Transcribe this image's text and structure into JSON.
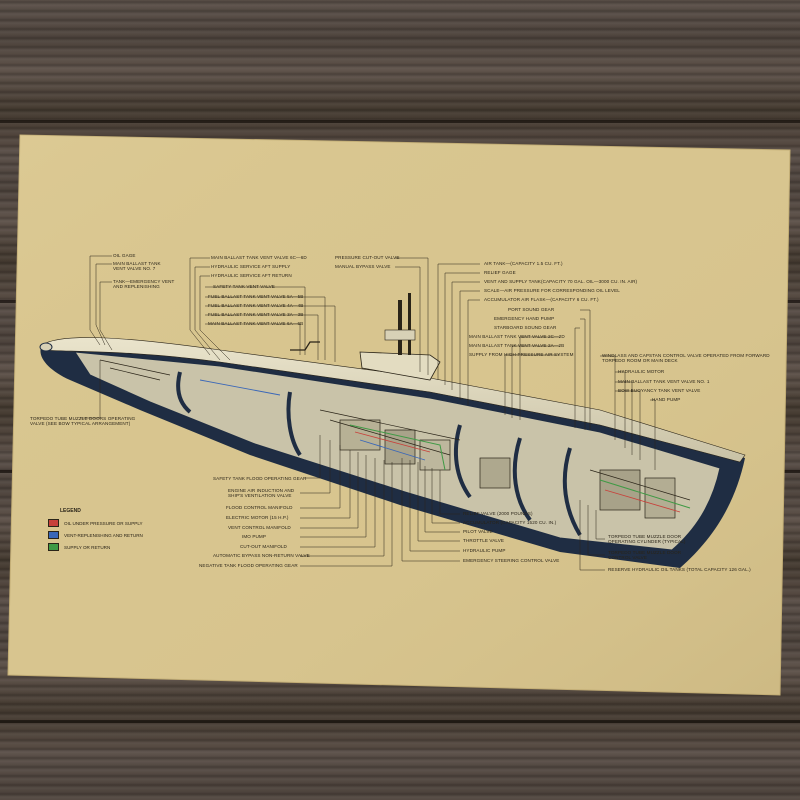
{
  "colors": {
    "paper": "#d9c690",
    "ink": "#2a2418",
    "hull_dark": "#1f2d43",
    "hull_light": "#e7e1c9",
    "oil": "#c8413b",
    "vent": "#3a67b8",
    "supply": "#3f9a45"
  },
  "labels_top": [
    "OIL GAGE",
    "MAIN BALLAST TANK VENT VALVE NO. 7",
    "TANK—EMERGENCY VENT AND REPLENISHING",
    "MAIN BALLAST TANK VENT VALVE 6C—6D",
    "HYDRAULIC SERVICE AFT SUPPLY",
    "HYDRAULIC SERVICE AFT RETURN",
    "SAFETY TANK VENT VALVE",
    "FUEL BALLAST TANK VENT VALVE 5A—5B",
    "FUEL BALLAST TANK VENT VALVE 4A—4B",
    "FUEL BALLAST TANK VENT VALVE 3A—3B",
    "MAIN BALLAST TANK VENT VALVE 6A—6B",
    "PRESSURE CUT-OUT VALVE",
    "MANUAL BYPASS VALVE",
    "AIR TANK—(CAPACITY 1.5 CU. FT.)",
    "RELIEF GAGE",
    "VENT AND SUPPLY TANK(CAPACITY 70 GAL. OIL—3000 CU. IN. AIR)",
    "SCALE—AIR PRESSURE FOR CORRESPONDING OIL LEVEL",
    "ACCUMULATOR AIR FLASK—(CAPACITY 6 CU. FT.)",
    "PORT SOUND GEAR",
    "EMERGENCY HAND PUMP",
    "STARBOARD SOUND GEAR",
    "MAIN BALLAST TANK VENT VALVE 2C—2D",
    "MAIN BALLAST TANK VENT VALVE 2A—2B",
    "SUPPLY FROM HIGH-PRESSURE AIR SYSTEM",
    "WINDLASS AND CAPSTAN CONTROL VALVE OPERATED FROM FORWARD TORPEDO ROOM OR MAIN DECK",
    "HYDRAULIC MOTOR",
    "MAIN BALLAST TANK VENT VALVE NO. 1",
    "BOW BUOYANCY TANK VENT VALVE",
    "HAND PUMP"
  ],
  "label_torpedo_left": "TORPEDO TUBE MUZZLE DOORS OPERATING VALVE (SEE BOW TYPICAL ARRANGEMENT)",
  "labels_bottom_left": [
    "SAFETY TANK FLOOD OPERATING GEAR",
    "ENGINE AIR INDUCTION AND SHIP'S VENTILATION VALVE",
    "FLOOD CONTROL MANIFOLD",
    "ELECTRIC MOTOR (15 H.P.)",
    "VENT CONTROL MANIFOLD",
    "IMO PUMP",
    "CUT-OUT MANIFOLD",
    "AUTOMATIC BYPASS NON-RETURN VALVE",
    "NEGATIVE TANK FLOOD OPERATING GEAR"
  ],
  "labels_bottom_right": [
    "RELIEF VALVE (2000 POUNDS)",
    "ACCUMULATOR (CAPACITY 1520 CU. IN.)",
    "PILOT VALVE",
    "THROTTLE VALVE",
    "HYDRAULIC PUMP",
    "EMERGENCY STEERING CONTROL VALVE"
  ],
  "labels_bottom_far": [
    "TORPEDO TUBE MUZZLE DOOR OPERATING CYLINDER (TYPICAL)",
    "TORPEDO TUBE MUZZLE DOOR CONTROL VALVE",
    "RESERVE HYDRAULIC OIL TANKS (TOTAL CAPACITY 126 GAL.)"
  ],
  "legend": {
    "title": "LEGEND",
    "items": [
      {
        "label": "OIL UNDER PRESSURE OR SUPPLY",
        "color": "#c8413b"
      },
      {
        "label": "VENT-REPLENISHING AND RETURN",
        "color": "#3a67b8"
      },
      {
        "label": "SUPPLY OR RETURN",
        "color": "#3f9a45"
      }
    ]
  }
}
